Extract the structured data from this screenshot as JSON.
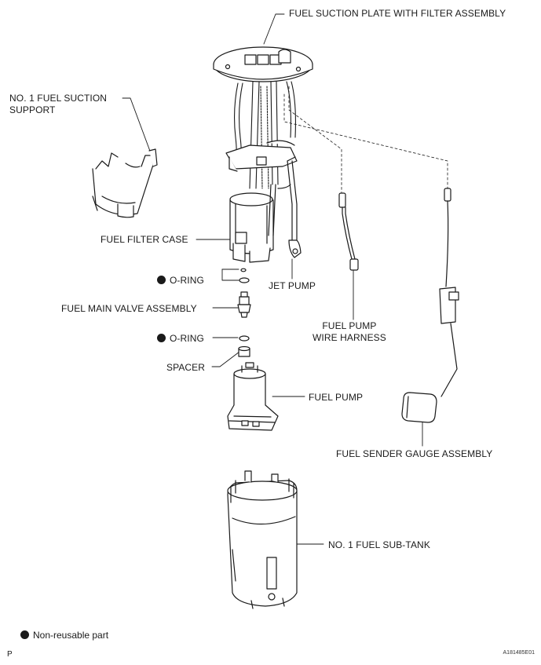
{
  "labels": {
    "suction_plate": "FUEL SUCTION PLATE WITH FILTER ASSEMBLY",
    "suction_support_line1": "NO. 1 FUEL SUCTION",
    "suction_support_line2": "SUPPORT",
    "filter_case": "FUEL FILTER CASE",
    "oring_upper": "O-RING",
    "jet_pump": "JET PUMP",
    "main_valve": "FUEL MAIN VALVE ASSEMBLY",
    "wire_harness_line1": "FUEL PUMP",
    "wire_harness_line2": "WIRE HARNESS",
    "oring_lower": "O-RING",
    "spacer": "SPACER",
    "fuel_pump": "FUEL PUMP",
    "sender_gauge": "FUEL SENDER GAUGE ASSEMBLY",
    "sub_tank": "NO. 1 FUEL SUB-TANK"
  },
  "legend": {
    "text": "Non-reusable part"
  },
  "footer": {
    "left": "P",
    "right": "A181485E01"
  }
}
